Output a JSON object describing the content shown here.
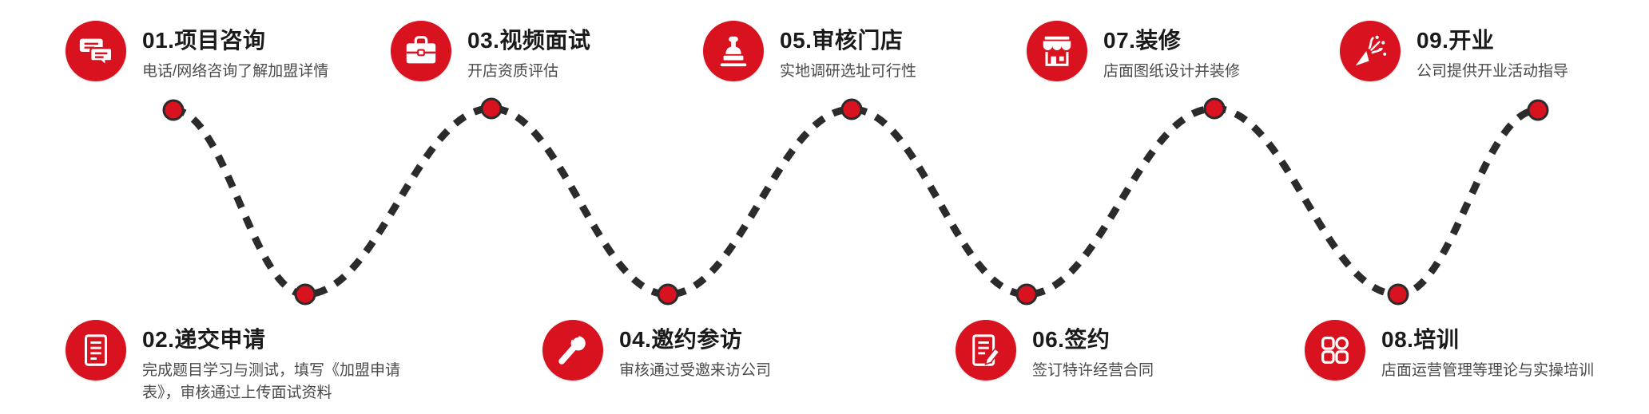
{
  "colors": {
    "accent": "#d8121f",
    "line": "#2b2b2b",
    "title": "#1a1a1a",
    "desc": "#4a4a4a"
  },
  "steps": [
    {
      "id": "01",
      "title": "01.项目咨询",
      "desc": "电话/网络咨询了解加盟详情",
      "icon": "chat-bubbles-icon"
    },
    {
      "id": "02",
      "title": "02.递交申请",
      "desc": "完成题目学习与测试，填写《加盟申请表》，审核通过上传面试资料",
      "icon": "application-form-icon"
    },
    {
      "id": "03",
      "title": "03.视频面试",
      "desc": "开店资质评估",
      "icon": "briefcase-icon"
    },
    {
      "id": "04",
      "title": "04.邀约参访",
      "desc": "审核通过受邀来访公司",
      "icon": "microphone-icon"
    },
    {
      "id": "05",
      "title": "05.审核门店",
      "desc": "实地调研选址可行性",
      "icon": "official-seal-icon"
    },
    {
      "id": "06",
      "title": "06.签约",
      "desc": "签订特许经营合同",
      "icon": "contract-pen-icon"
    },
    {
      "id": "07",
      "title": "07.装修",
      "desc": "店面图纸设计并装修",
      "icon": "storefront-icon"
    },
    {
      "id": "08",
      "title": "08.培训",
      "desc": "店面运营管理等理论与实操培训",
      "icon": "grid-squares-icon"
    },
    {
      "id": "09",
      "title": "09.开业",
      "desc": "公司提供开业活动指导",
      "icon": "party-popper-icon"
    }
  ]
}
